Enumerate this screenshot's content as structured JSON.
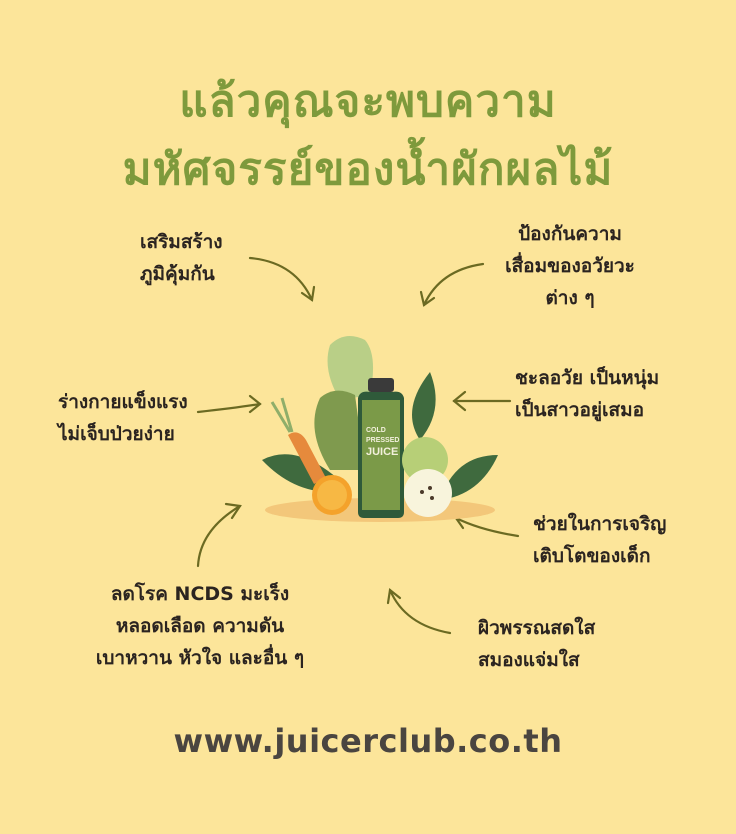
{
  "title": {
    "line1": "แล้วคุณจะพบความ",
    "line2": "มหัศจรรย์ของน้ำผักผลไม้"
  },
  "benefits": [
    {
      "line1": "เสริมสร้าง",
      "line2": "ภูมิคุ้มกัน"
    },
    {
      "line1": "ป้องกันความ",
      "line2": "เสื่อมของอวัยวะ",
      "line3": "ต่าง ๆ"
    },
    {
      "line1": "ชะลอวัย เป็นหนุ่ม",
      "line2": "เป็นสาวอยู่เสมอ"
    },
    {
      "line1": "ร่างกายแข็งแรง",
      "line2": "ไม่เจ็บป่วยง่าย"
    },
    {
      "line1": "ช่วยในการเจริญ",
      "line2": "เติบโตของเด็ก"
    },
    {
      "line1": "ลดโรค NCDS มะเร็ง",
      "line2": "หลอดเลือด ความดัน",
      "line3": "เบาหวาน หัวใจ และอื่น ๆ"
    },
    {
      "line1": "ผิวพรรณสดใส",
      "line2": "สมองแจ่มใส"
    }
  ],
  "illustration": {
    "bottle_label": [
      "COLD",
      "PRESSED",
      "JUICE"
    ]
  },
  "footer": {
    "url": "www.juicerclub.co.th"
  },
  "colors": {
    "background": "#fce59a",
    "title": "#7e9a3c",
    "text": "#2b2420",
    "arrow": "#6b6a22",
    "url": "#4a4540"
  }
}
